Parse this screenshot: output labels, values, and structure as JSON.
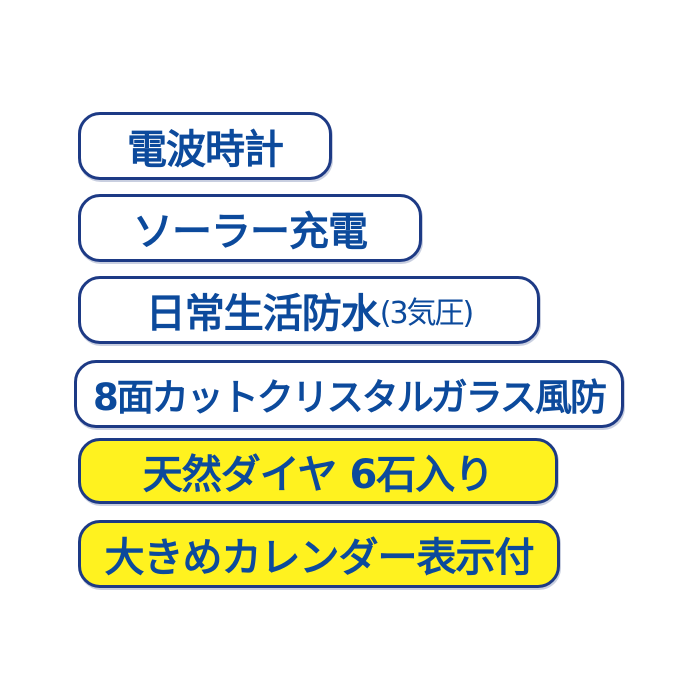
{
  "colors": {
    "text": "#0c4a9c",
    "border": "#1d3a85",
    "highlight": "#fff21f",
    "background": "#ffffff"
  },
  "badges": [
    {
      "label": "電波時計",
      "highlight": false
    },
    {
      "label": "ソーラー充電",
      "highlight": false
    },
    {
      "label": "日常生活防水",
      "sub": "(3気圧)",
      "highlight": false
    },
    {
      "label": "8面カットクリスタルガラス風防",
      "highlight": false
    },
    {
      "label": "天然ダイヤ 6石入り",
      "highlight": true
    },
    {
      "label": "大きめカレンダー表示付",
      "highlight": true
    }
  ]
}
